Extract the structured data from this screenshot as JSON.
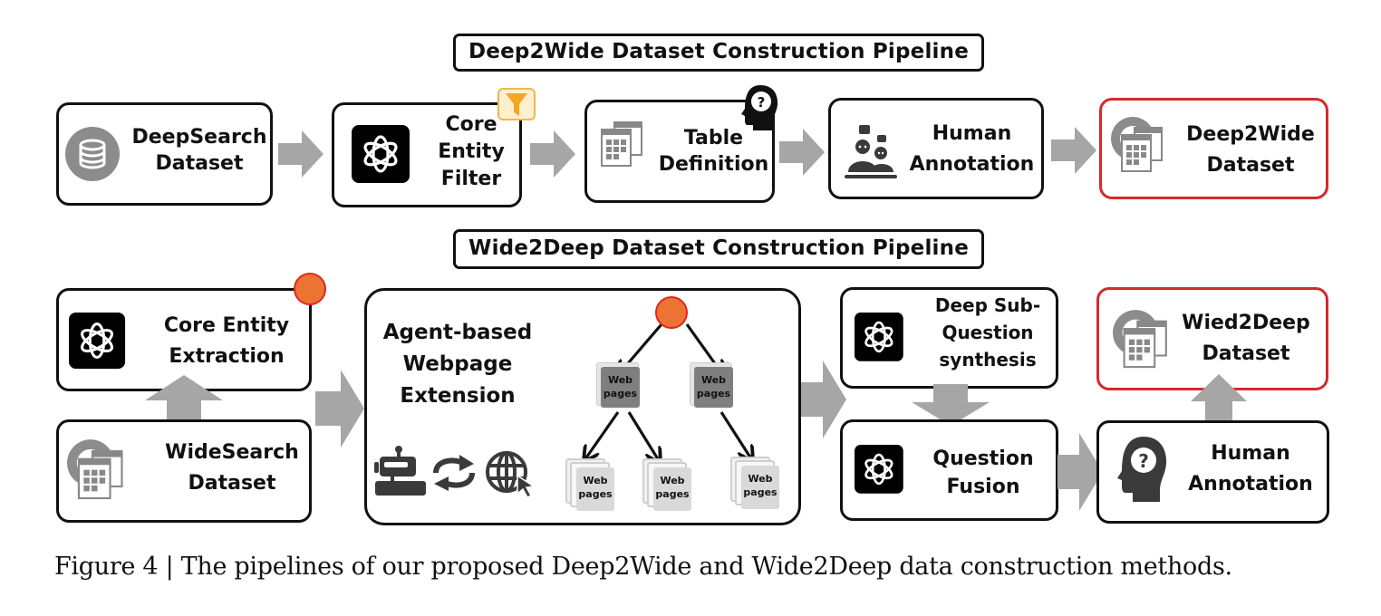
{
  "top_pipeline": {
    "title": "Deep2Wide Dataset Construction Pipeline",
    "steps": [
      {
        "line1": "DeepSearch",
        "line2": "Dataset",
        "icon": "database-icon"
      },
      {
        "line1": "Core",
        "line2": "Entity",
        "line3": "Filter",
        "icon": "openai-logo-icon",
        "badge": "filter-funnel-icon"
      },
      {
        "line1": "Table",
        "line2": "Definition",
        "icon": "table-windows-icon",
        "badge": "head-question-icon"
      },
      {
        "line1": "Human",
        "line2": "Annotation",
        "icon": "people-chat-icon"
      },
      {
        "line1": "Deep2Wide",
        "line2": "Dataset",
        "icon": "database-table-icon",
        "highlight": "#d42a2a"
      }
    ]
  },
  "bottom_pipeline": {
    "title": "Wide2Deep Dataset Construction Pipeline",
    "core_entity_extraction": {
      "line1": "Core Entity",
      "line2": "Extraction"
    },
    "widesearch_dataset": {
      "line1": "WideSearch",
      "line2": "Dataset"
    },
    "agent_extension": {
      "line1": "Agent-based",
      "line2": "Webpage",
      "line3": "Extension"
    },
    "web_pages_label": {
      "line1": "Web",
      "line2": "pages"
    },
    "deep_subquestion": {
      "line1": "Deep Sub-",
      "line2": "Question",
      "line3": "synthesis"
    },
    "question_fusion": {
      "line1": "Question",
      "line2": "Fusion"
    },
    "human_annotation": {
      "line1": "Human",
      "line2": "Annotation"
    },
    "wide2deep_dataset": {
      "line1": "Wied2Deep",
      "line2": "Dataset"
    }
  },
  "colors": {
    "arrow": "#a6a6a6",
    "highlight_border": "#d42a2a",
    "entity_dot": "#ec7332",
    "funnel": "#f5a623",
    "webpage_dark": "#7f7f7f",
    "webpage_light": "#d9d9d9"
  },
  "caption": "Figure 4 | The pipelines of our proposed Deep2Wide and Wide2Deep data construction methods."
}
